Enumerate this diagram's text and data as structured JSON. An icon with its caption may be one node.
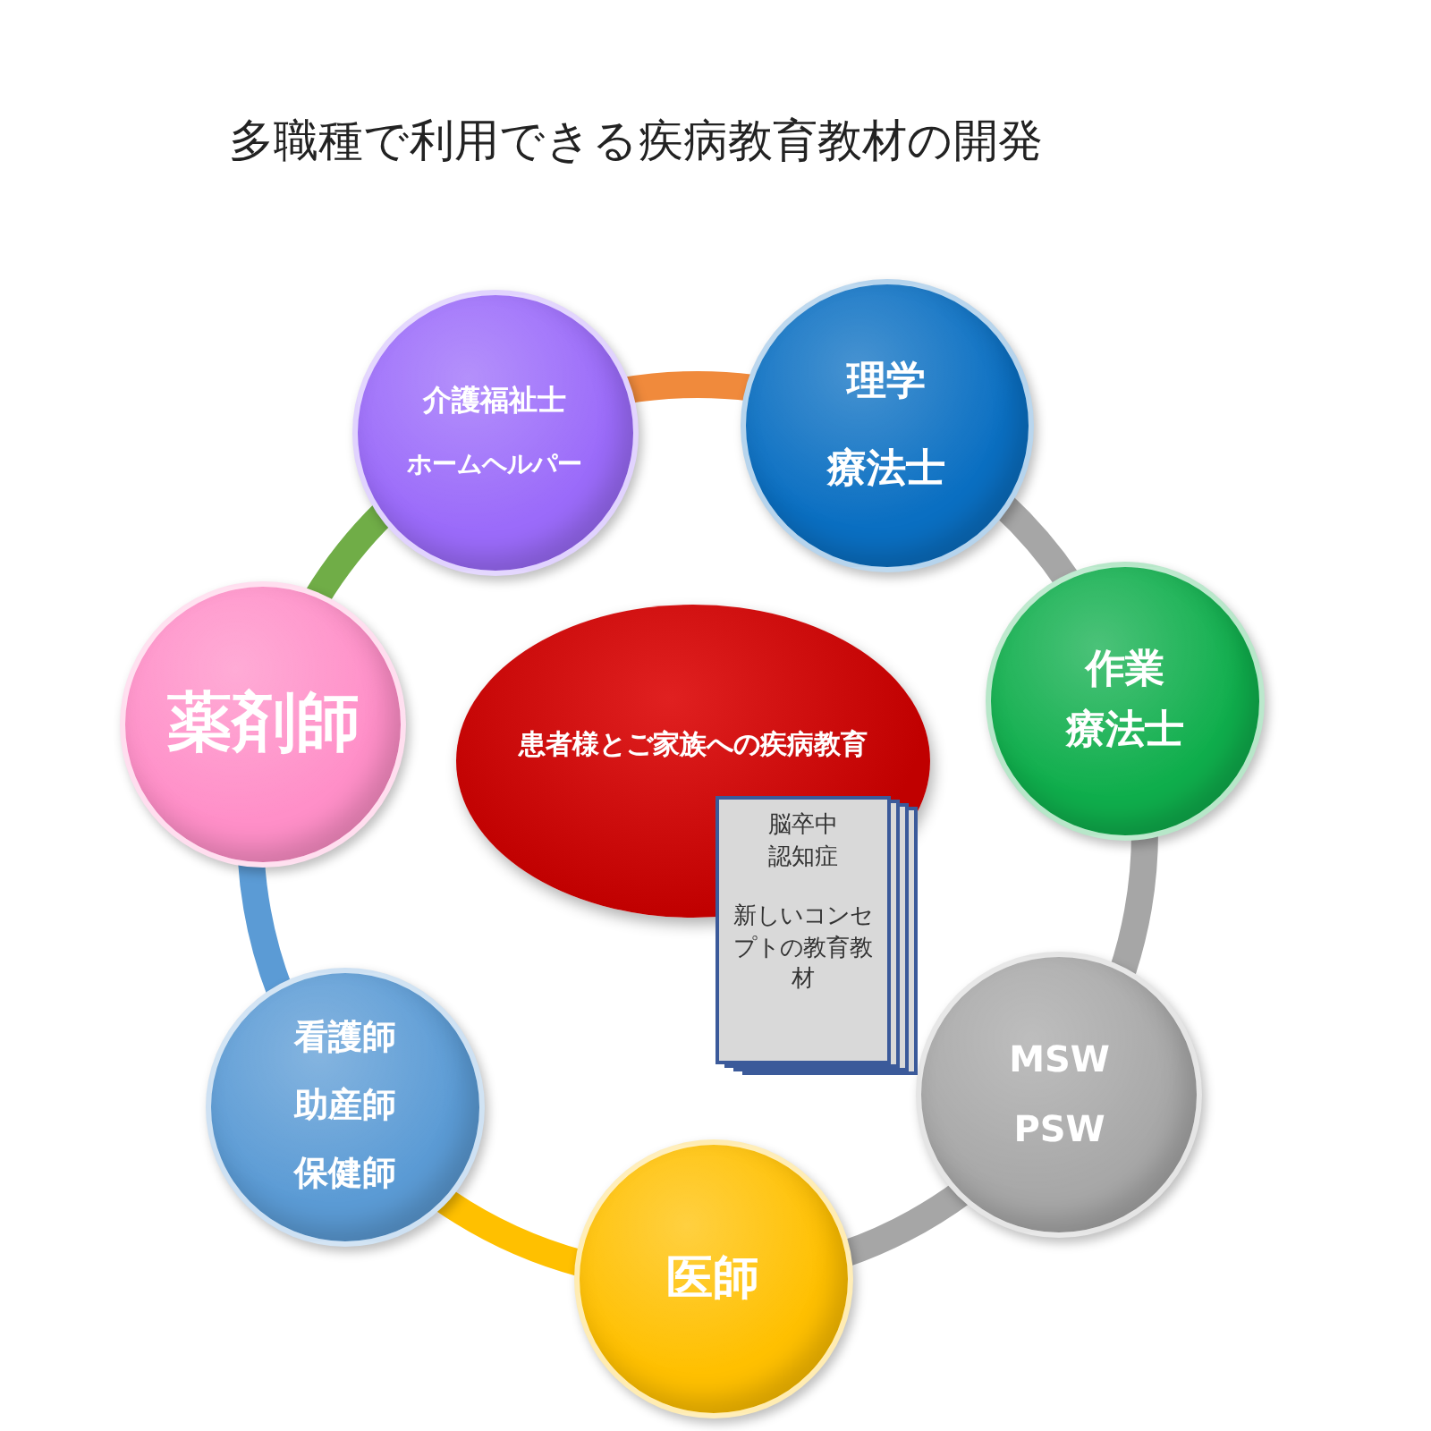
{
  "diagram": {
    "title": "多職種で利用できる疾病教育教材の開発",
    "nodes": [
      {
        "text": [
          "介護福祉士",
          "ホームヘルパー"
        ]
      },
      {
        "text": [
          "理学",
          "療法士"
        ]
      },
      {
        "text": [
          "作業",
          "療法士"
        ]
      },
      {
        "text": [
          "MSW",
          "PSW"
        ]
      },
      {
        "text": [
          "医師"
        ]
      },
      {
        "text": [
          "看護師",
          "助産師",
          "保健師"
        ]
      },
      {
        "text": [
          "薬剤師"
        ]
      },
      {
        "text": [
          "患者様とご家族への疾病教育"
        ]
      },
      {
        "text": [
          "脳卒中",
          "認知症",
          "新しいコンセプトの教育教材"
        ]
      }
    ],
    "edges": [
      {
        "from": 0,
        "to": 1,
        "arrow": "none",
        "color": "#f08a3c"
      },
      {
        "from": 1,
        "to": 2,
        "arrow": "none"
      },
      {
        "from": 2,
        "to": 3,
        "arrow": "none"
      },
      {
        "from": 3,
        "to": 4,
        "arrow": "none"
      },
      {
        "from": 4,
        "to": 5,
        "arrow": "none",
        "color": "#ffc000"
      },
      {
        "from": 5,
        "to": 6,
        "arrow": "none",
        "color": "#5b9bd5"
      },
      {
        "from": 6,
        "to": 0,
        "arrow": "none",
        "color": "#70ad47"
      }
    ]
  }
}
